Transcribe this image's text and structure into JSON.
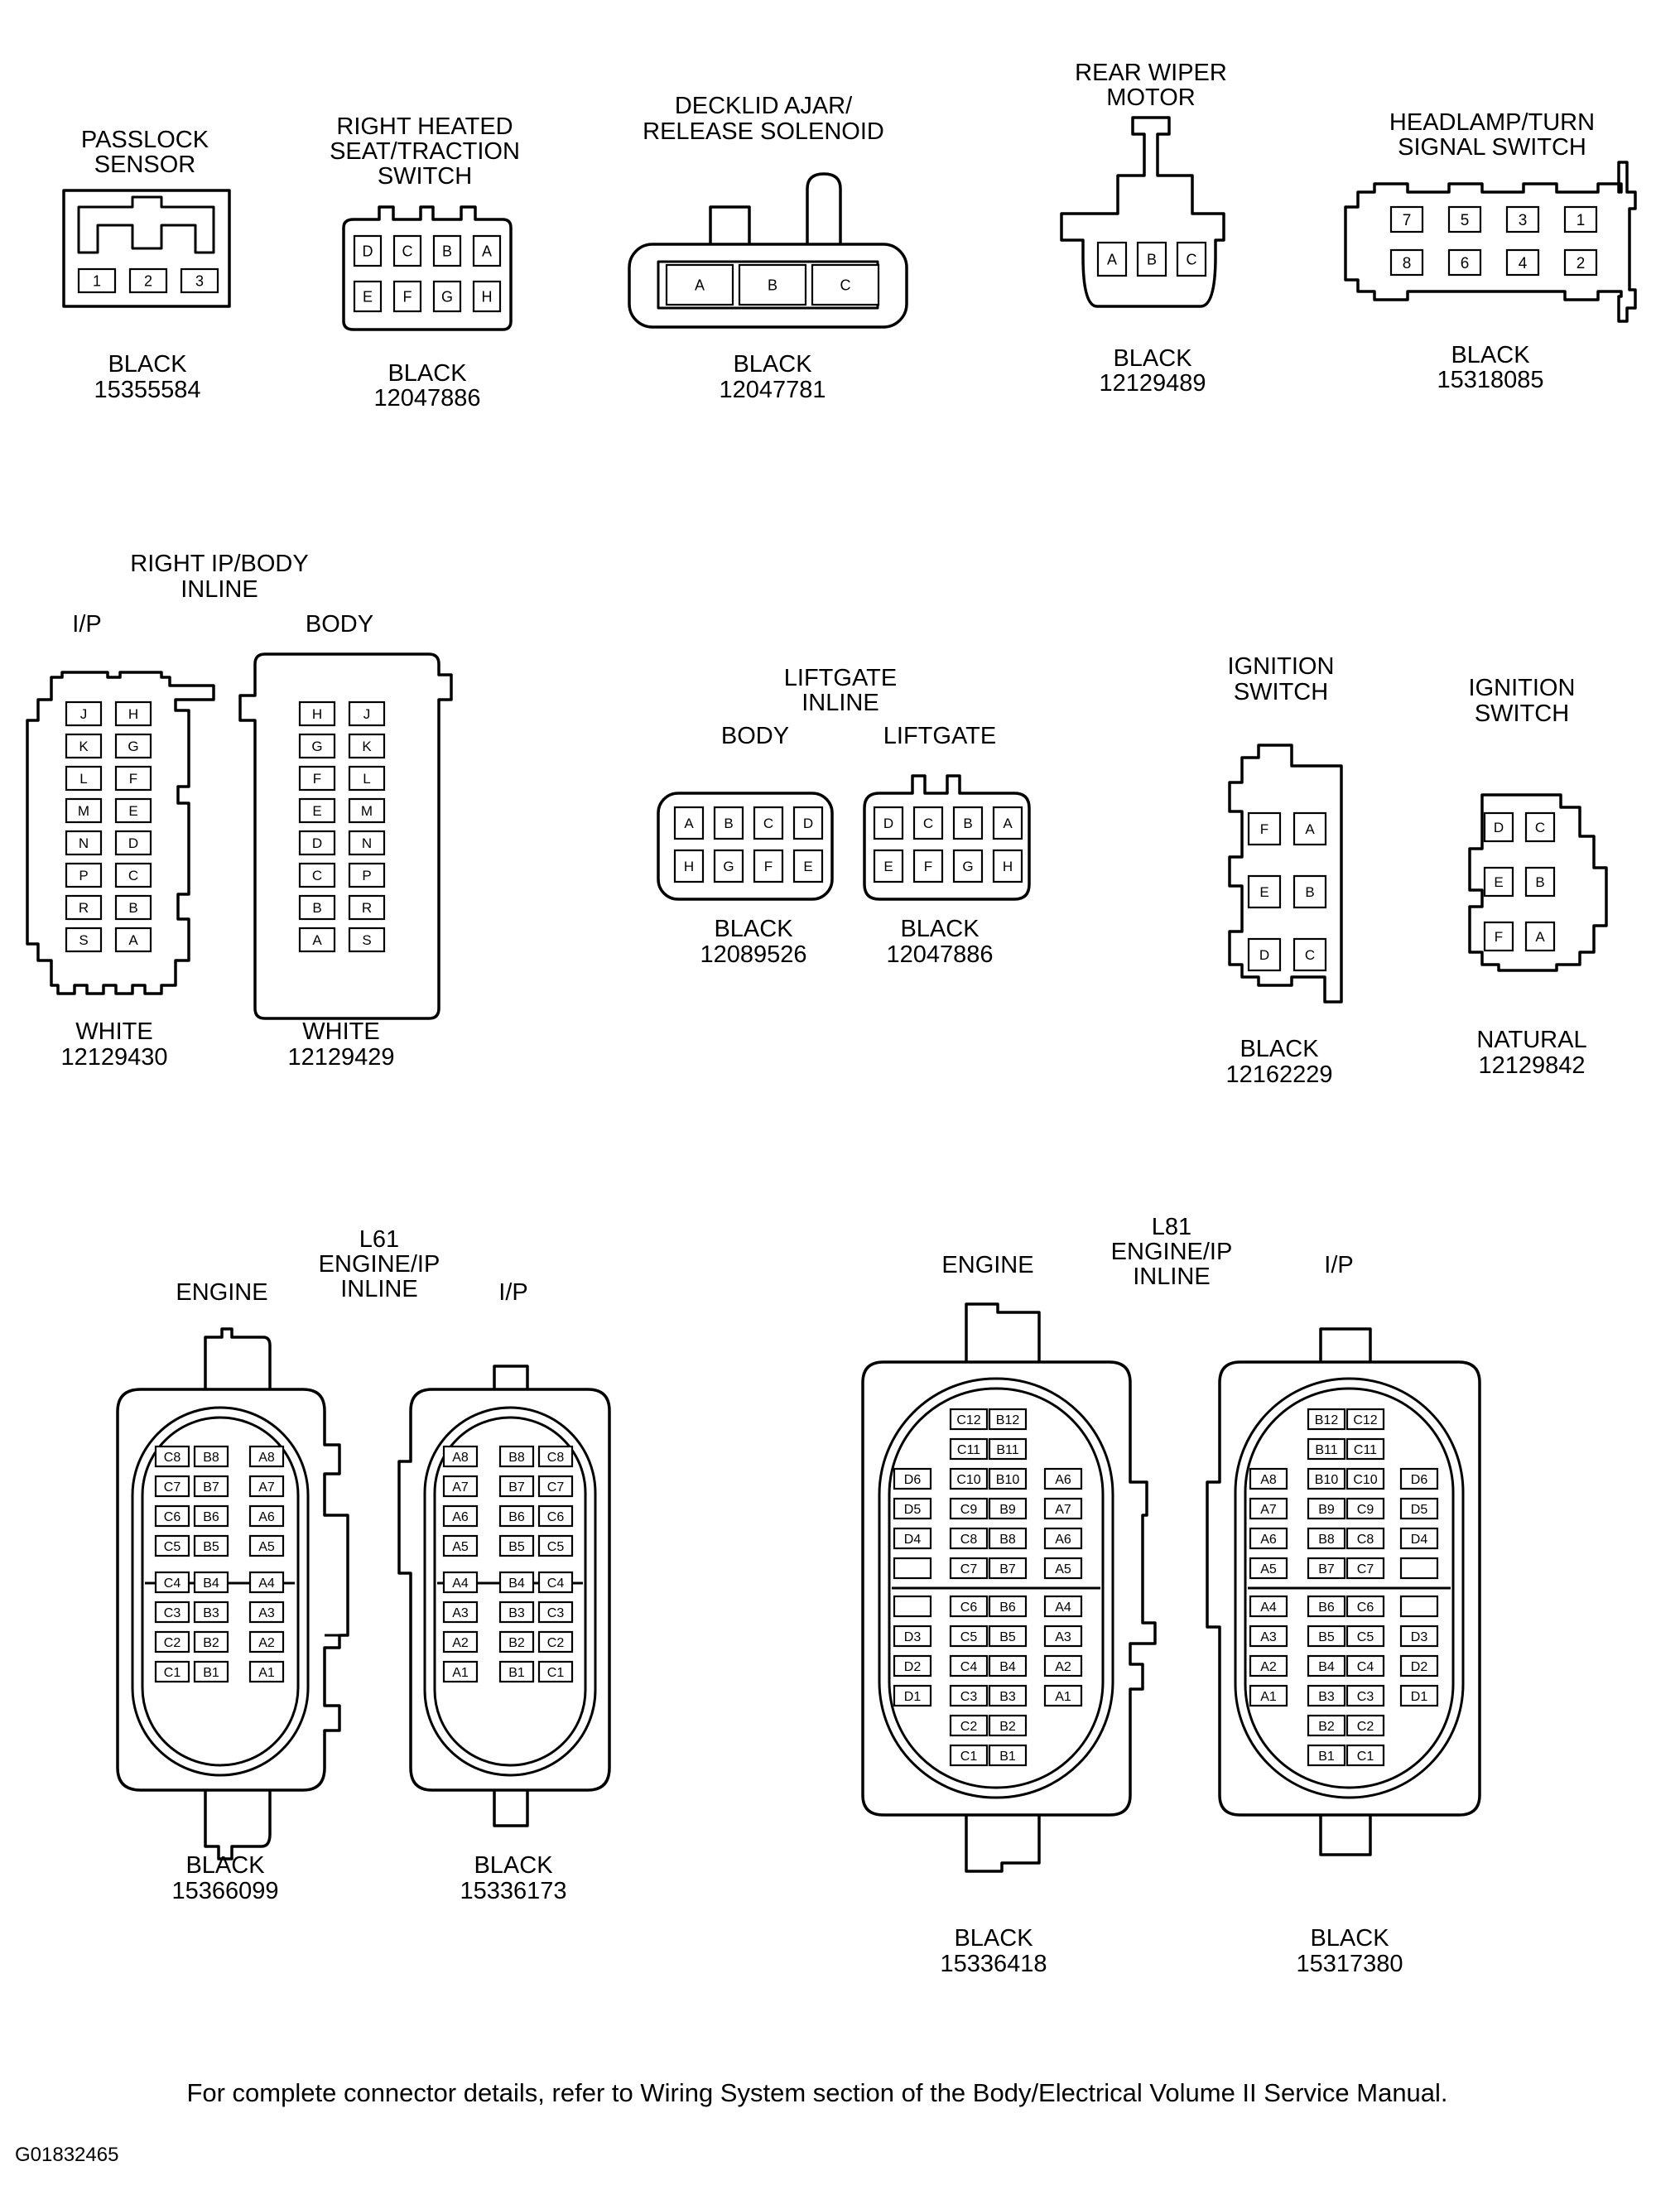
{
  "footer_note": "For complete connector details, refer to Wiring System section of the Body/Electrical Volume II Service Manual.",
  "figure_code": "G01832465",
  "connectors": {
    "passlock": {
      "title": [
        "PASSLOCK",
        "SENSOR"
      ],
      "color": "BLACK",
      "part": "15355584",
      "pins": [
        "1",
        "2",
        "3"
      ]
    },
    "heated_seat": {
      "title": [
        "RIGHT HEATED",
        "SEAT/TRACTION",
        "SWITCH"
      ],
      "color": "BLACK",
      "part": "12047886",
      "pins": [
        "D",
        "C",
        "B",
        "A",
        "E",
        "F",
        "G",
        "H"
      ]
    },
    "decklid": {
      "title": [
        "DECKLID AJAR/",
        "RELEASE SOLENOID"
      ],
      "color": "BLACK",
      "part": "12047781",
      "pins": [
        "A",
        "B",
        "C"
      ]
    },
    "rear_wiper": {
      "title": [
        "REAR WIPER",
        "MOTOR"
      ],
      "color": "BLACK",
      "part": "12129489",
      "pins": [
        "A",
        "B",
        "C"
      ]
    },
    "headlamp": {
      "title": [
        "HEADLAMP/TURN",
        "SIGNAL SWITCH"
      ],
      "color": "BLACK",
      "part": "15318085",
      "pins": [
        "7",
        "5",
        "3",
        "1",
        "8",
        "6",
        "4",
        "2"
      ]
    },
    "ip_body": {
      "title": [
        "RIGHT IP/BODY",
        "INLINE"
      ],
      "ip": {
        "label": "I/P",
        "color": "WHITE",
        "part": "12129430",
        "rows": [
          [
            "J",
            "H"
          ],
          [
            "K",
            "G"
          ],
          [
            "L",
            "F"
          ],
          [
            "M",
            "E"
          ],
          [
            "N",
            "D"
          ],
          [
            "P",
            "C"
          ],
          [
            "R",
            "B"
          ],
          [
            "S",
            "A"
          ]
        ]
      },
      "body": {
        "label": "BODY",
        "color": "WHITE",
        "part": "12129429",
        "rows": [
          [
            "H",
            "J"
          ],
          [
            "G",
            "K"
          ],
          [
            "F",
            "L"
          ],
          [
            "E",
            "M"
          ],
          [
            "D",
            "N"
          ],
          [
            "C",
            "P"
          ],
          [
            "B",
            "R"
          ],
          [
            "A",
            "S"
          ]
        ]
      }
    },
    "liftgate": {
      "title": [
        "LIFTGATE",
        "INLINE"
      ],
      "body": {
        "label": "BODY",
        "color": "BLACK",
        "part": "12089526",
        "pins": [
          "A",
          "B",
          "C",
          "D",
          "H",
          "G",
          "F",
          "E"
        ]
      },
      "liftgate": {
        "label": "LIFTGATE",
        "color": "BLACK",
        "part": "12047886",
        "pins": [
          "D",
          "C",
          "B",
          "A",
          "E",
          "F",
          "G",
          "H"
        ]
      }
    },
    "ign1": {
      "title": [
        "IGNITION",
        "SWITCH"
      ],
      "color": "BLACK",
      "part": "12162229",
      "rows": [
        [
          "F",
          "A"
        ],
        [
          "E",
          "B"
        ],
        [
          "D",
          "C"
        ]
      ]
    },
    "ign2": {
      "title": [
        "IGNITION",
        "SWITCH"
      ],
      "color": "NATURAL",
      "part": "12129842",
      "rows": [
        [
          "D",
          "C"
        ],
        [
          "E",
          "B"
        ],
        [
          "F",
          "A"
        ]
      ]
    },
    "l61": {
      "title": [
        "L61",
        "ENGINE/IP",
        "INLINE"
      ],
      "engine": {
        "label": "ENGINE",
        "color": "BLACK",
        "part": "15366099",
        "rows": [
          [
            "C8",
            "B8",
            "A8"
          ],
          [
            "C7",
            "B7",
            "A7"
          ],
          [
            "C6",
            "B6",
            "A6"
          ],
          [
            "C5",
            "B5",
            "A5"
          ],
          [
            "C4",
            "B4",
            "A4"
          ],
          [
            "C3",
            "B3",
            "A3"
          ],
          [
            "C2",
            "B2",
            "A2"
          ],
          [
            "C1",
            "B1",
            "A1"
          ]
        ]
      },
      "ip": {
        "label": "I/P",
        "color": "BLACK",
        "part": "15336173",
        "rows": [
          [
            "A8",
            "B8",
            "C8"
          ],
          [
            "A7",
            "B7",
            "C7"
          ],
          [
            "A6",
            "B6",
            "C6"
          ],
          [
            "A5",
            "B5",
            "C5"
          ],
          [
            "A4",
            "B4",
            "C4"
          ],
          [
            "A3",
            "B3",
            "C3"
          ],
          [
            "A2",
            "B2",
            "C2"
          ],
          [
            "A1",
            "B1",
            "C1"
          ]
        ]
      }
    },
    "l81": {
      "title": [
        "L81",
        "ENGINE/IP",
        "INLINE"
      ],
      "engine": {
        "label": "ENGINE",
        "color": "BLACK",
        "part": "15336418",
        "rows": [
          [
            "",
            "C12",
            "B12",
            ""
          ],
          [
            "",
            "C11",
            "B11",
            ""
          ],
          [
            "D6",
            "C10",
            "B10",
            "A6"
          ],
          [
            "D5",
            "C9",
            "B9",
            "A7"
          ],
          [
            "D4",
            "C8",
            "B8",
            "A6"
          ],
          [
            "",
            "C7",
            "B7",
            "A5"
          ],
          [
            "",
            "C6",
            "B6",
            "A4"
          ],
          [
            "D3",
            "C5",
            "B5",
            "A3"
          ],
          [
            "D2",
            "C4",
            "B4",
            "A2"
          ],
          [
            "D1",
            "C3",
            "B3",
            "A1"
          ],
          [
            "",
            "C2",
            "B2",
            ""
          ],
          [
            "",
            "C1",
            "B1",
            ""
          ]
        ]
      },
      "ip": {
        "label": "I/P",
        "color": "BLACK",
        "part": "15317380",
        "rows": [
          [
            "",
            "B12",
            "C12",
            ""
          ],
          [
            "",
            "B11",
            "C11",
            ""
          ],
          [
            "A8",
            "B10",
            "C10",
            "D6"
          ],
          [
            "A7",
            "B9",
            "C9",
            "D5"
          ],
          [
            "A6",
            "B8",
            "C8",
            "D4"
          ],
          [
            "A5",
            "B7",
            "C7",
            ""
          ],
          [
            "A4",
            "B6",
            "C6",
            ""
          ],
          [
            "A3",
            "B5",
            "C5",
            "D3"
          ],
          [
            "A2",
            "B4",
            "C4",
            "D2"
          ],
          [
            "A1",
            "B3",
            "C3",
            "D1"
          ],
          [
            "",
            "B2",
            "C2",
            ""
          ],
          [
            "",
            "B1",
            "C1",
            ""
          ]
        ]
      }
    }
  }
}
